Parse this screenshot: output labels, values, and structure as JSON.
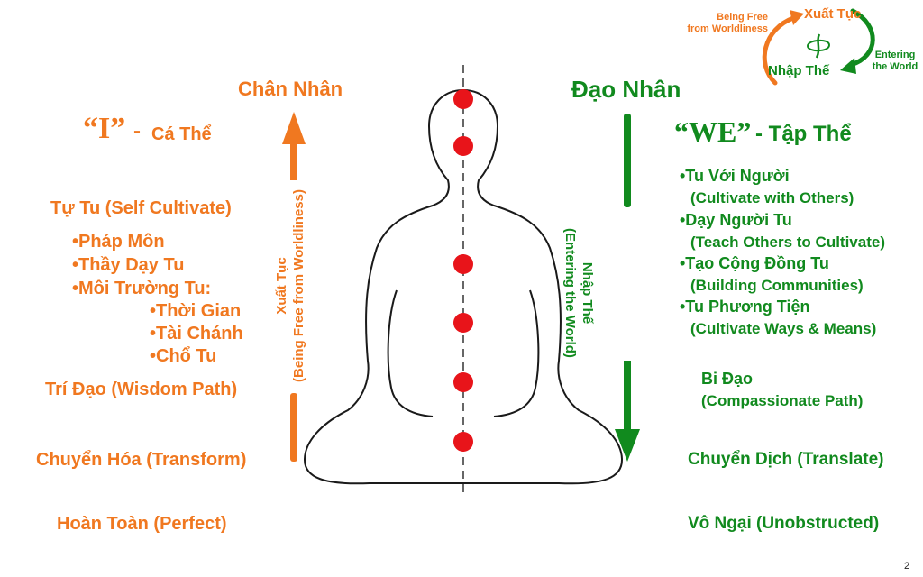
{
  "left": {
    "title": "Chân Nhân",
    "i_quote": "“I”",
    "i_dash": "-",
    "i_label": "Cá Thể",
    "self_cultivate": "Tự Tu (Self Cultivate)",
    "bullets": [
      "•Pháp Môn",
      "•Thầy Dạy Tu",
      "•Môi Trường Tu:"
    ],
    "sub_bullets": [
      "•Thời Gian",
      "•Tài Chánh",
      "•Chổ Tu"
    ],
    "wisdom_path": "Trí Đạo (Wisdom Path)",
    "transform": "Chuyển Hóa (Transform)",
    "perfect": "Hoàn Toàn (Perfect)",
    "arrow_label_1": "Xuất Tục",
    "arrow_label_2": "(Being Free from Worldliness)"
  },
  "right": {
    "title": "Đạo Nhân",
    "we_quote": "“WE”",
    "we_label": "- Tập Thể",
    "items": [
      {
        "main": "•Tu Với Người",
        "sub": "(Cultivate with Others)"
      },
      {
        "main": "•Dạy Người Tu",
        "sub": "(Teach Others to Cultivate)"
      },
      {
        "main": "•Tạo Cộng Đồng Tu",
        "sub": "(Building Communities)"
      },
      {
        "main": "•Tu Phương Tiện",
        "sub": "(Cultivate Ways & Means)"
      }
    ],
    "compassion_1": "Bi Đạo",
    "compassion_2": "(Compassionate Path)",
    "translate": "Chuyển Dịch (Translate)",
    "unobstructed": "Vô Ngại (Unobstructed)",
    "arrow_label_1": "Nhập Thế",
    "arrow_label_2": "(Entering the World)"
  },
  "cycle": {
    "top": "Xuất Tục",
    "bottom": "Nhập Thế",
    "left_1": "Being Free",
    "left_2": "from Worldliness",
    "right_1": "Entering",
    "right_2": "the World"
  },
  "page_number": "2",
  "colors": {
    "orange": "#f07820",
    "green": "#118a1e",
    "chakra": "#e8141a"
  }
}
